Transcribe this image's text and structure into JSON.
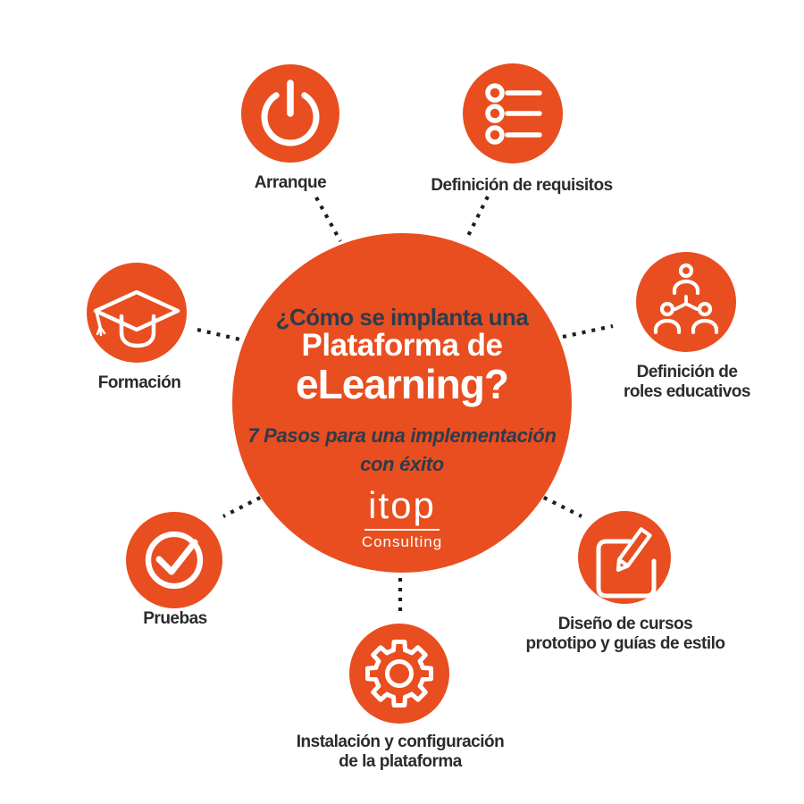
{
  "colors": {
    "orange": "#E84E1F",
    "title_dark": "#2E3B4C",
    "label_dark": "#2B2B2B",
    "connector": "#1E1E1E",
    "icon": "#FFFFFF"
  },
  "center": {
    "title_line1": "¿Cómo se implanta una",
    "title_line2": "Plataforma de",
    "title_line3": "eLearning?",
    "subtitle_line1": "7 Pasos para una implementación",
    "subtitle_line2": "con éxito",
    "logo": {
      "name": "itop",
      "tagline": "Consulting"
    }
  },
  "steps": [
    {
      "id": "arranque",
      "icon": "power-icon",
      "label_lines": [
        "Arranque"
      ]
    },
    {
      "id": "definicion-requisitos",
      "icon": "checklist-icon",
      "label_lines": [
        "Definición de requisitos"
      ]
    },
    {
      "id": "definicion-roles",
      "icon": "people-hierarchy-icon",
      "label_lines": [
        "Definición de",
        "roles educativos"
      ]
    },
    {
      "id": "diseno-cursos",
      "icon": "edit-pencil-icon",
      "label_lines": [
        "Diseño de cursos",
        "prototipo y guías de estilo"
      ]
    },
    {
      "id": "instalacion",
      "icon": "gear-icon",
      "label_lines": [
        "Instalación y configuración",
        "de la plataforma"
      ]
    },
    {
      "id": "pruebas",
      "icon": "check-circle-icon",
      "label_lines": [
        "Pruebas"
      ]
    },
    {
      "id": "formacion",
      "icon": "graduation-cap-icon",
      "label_lines": [
        "Formación"
      ]
    }
  ]
}
